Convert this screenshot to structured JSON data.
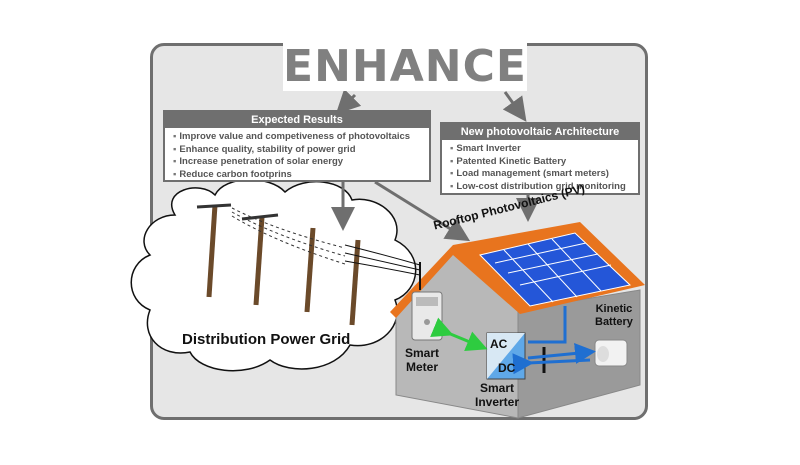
{
  "logo": {
    "text": "ENHANCE"
  },
  "expected_results": {
    "title": "Expected Results",
    "items": [
      "Improve value and competiveness of photovoltaics",
      "Enhance quality, stability of power grid",
      "Increase penetration of solar energy",
      "Reduce carbon footprins"
    ]
  },
  "pv_architecture": {
    "title": "New photovoltaic Architecture",
    "items": [
      "Smart Inverter",
      "Patented Kinetic Battery",
      "Load management (smart meters)",
      "Low-cost distribution grid monitoring"
    ]
  },
  "labels": {
    "rooftop_pv": "Rooftop Photovoltaics (PV)",
    "grid": "Distribution Power Grid",
    "smart_meter_1": "Smart",
    "smart_meter_2": "Meter",
    "smart_inverter_1": "Smart",
    "smart_inverter_2": "Inverter",
    "kinetic_battery_1": "Kinetic",
    "kinetic_battery_2": "Battery",
    "ac": "AC",
    "dc": "DC"
  },
  "colors": {
    "frame_border": "#6f6f6f",
    "panel_blue": "#2456d8",
    "roof_orange": "#e8741e",
    "pole_brown": "#6b4a2a",
    "meter_link_green": "#2ecc40",
    "battery_link_blue": "#1f6fd1"
  }
}
